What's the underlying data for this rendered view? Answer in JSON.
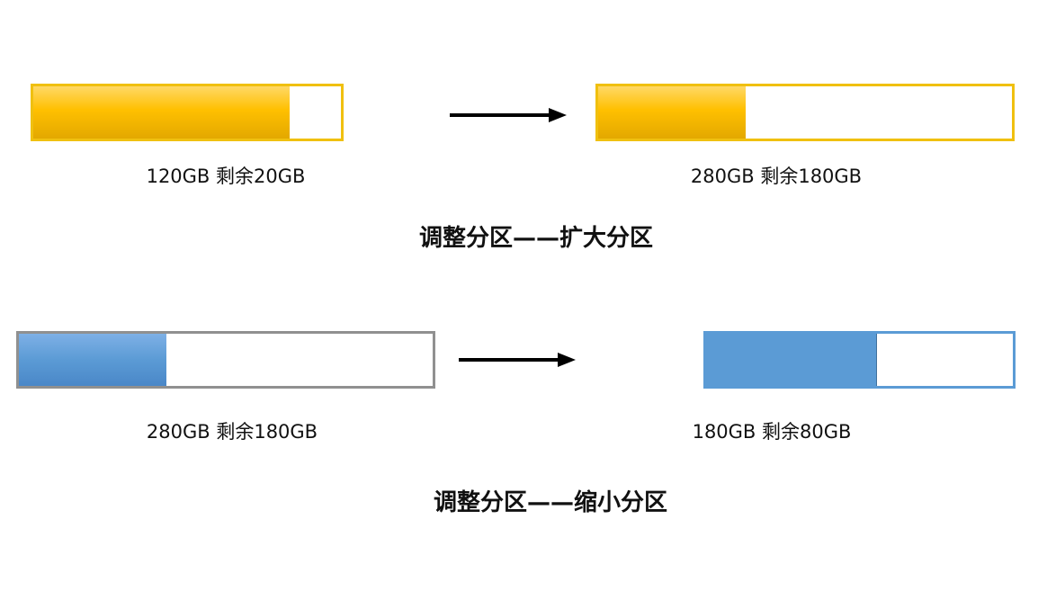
{
  "expand": {
    "heading": "调整分区——扩大分区",
    "before": {
      "caption": "120GB 剩余20GB",
      "used_fraction": 0.8333,
      "color": "#ffc000",
      "border": "#f0c010"
    },
    "after": {
      "caption": "280GB 剩余180GB",
      "used_fraction": 0.3571,
      "color": "#ffc000",
      "border": "#f0c010"
    }
  },
  "shrink": {
    "heading": "调整分区——缩小分区",
    "before": {
      "caption": "280GB 剩余180GB",
      "used_fraction": 0.3571,
      "color": "#5b9bd5",
      "border": "#909090"
    },
    "after": {
      "caption": "180GB 剩余80GB",
      "used_fraction": 0.5556,
      "color": "#5b9bd5",
      "border": "#5b9bd5"
    }
  },
  "arrow_color": "#000000"
}
